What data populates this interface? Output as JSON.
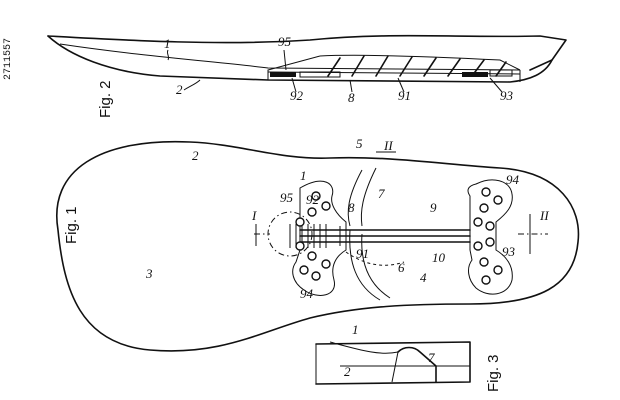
{
  "page_id": "2711557",
  "figures": {
    "fig1": "Fig. 1",
    "fig2": "Fig. 2",
    "fig3": "Fig. 3"
  },
  "section_marks": {
    "section": "II",
    "arrow": "I"
  },
  "reference_numerals": {
    "n1": "1",
    "n2": "2",
    "n3": "3",
    "n4": "4",
    "n5": "5",
    "n6": "6",
    "n7": "7",
    "n8": "8",
    "n9": "9",
    "n10": "10",
    "n91": "91",
    "n92": "92",
    "n93": "93",
    "n94": "94",
    "n95": "95"
  }
}
